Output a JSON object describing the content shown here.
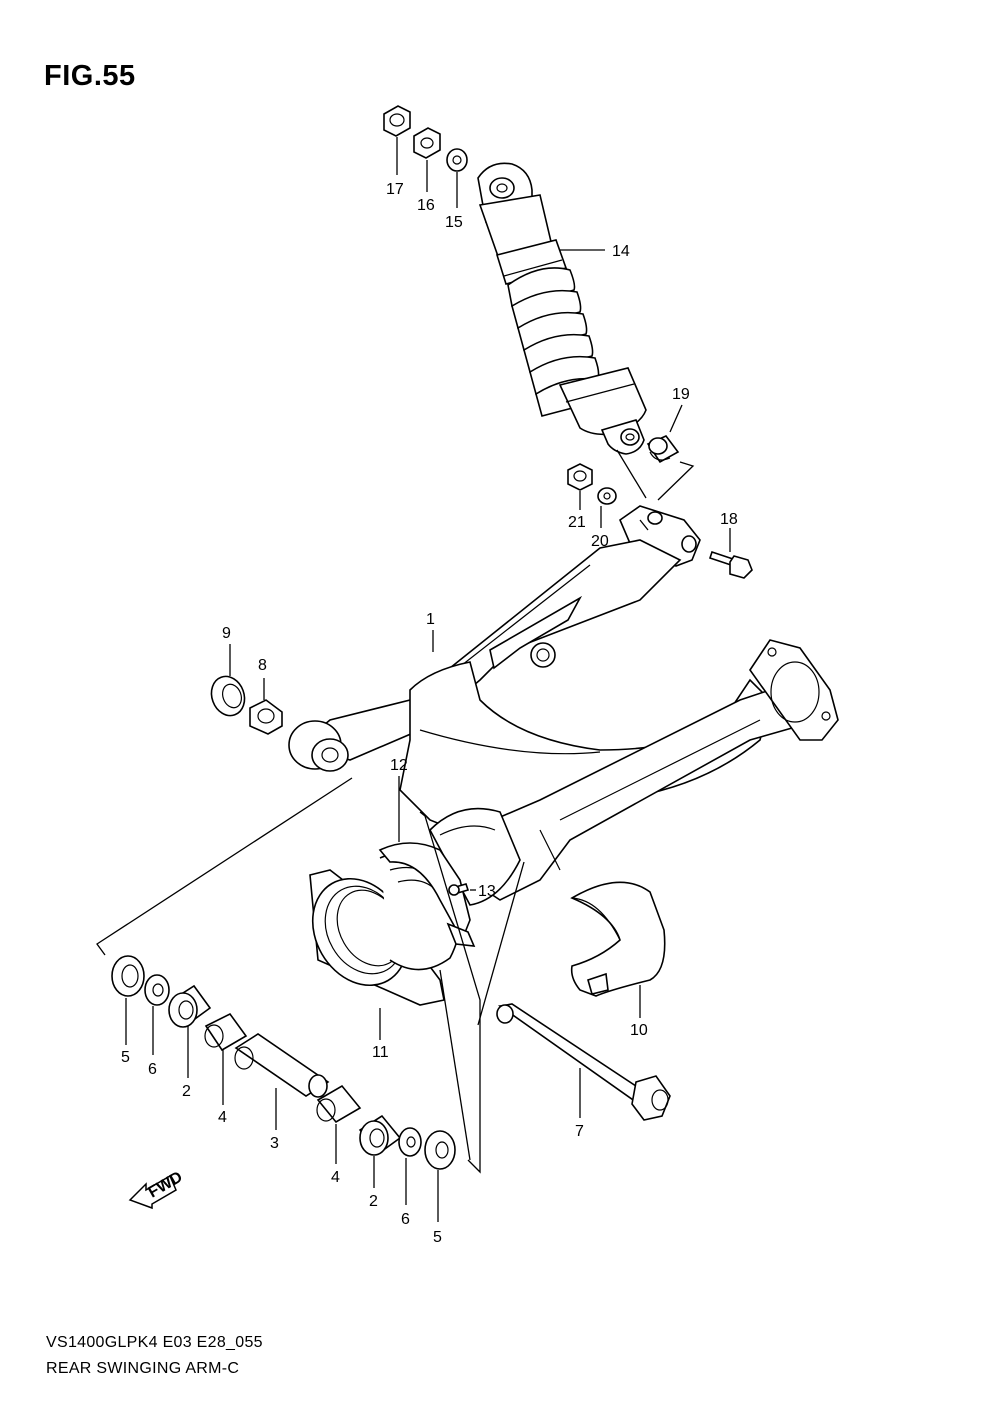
{
  "figure": {
    "title": "FIG.55",
    "model_code": "VS1400GLPK4 E03 E28_055",
    "subtitle": "REAR SWINGING ARM-C",
    "fwd_label": "FWD"
  },
  "callouts": [
    {
      "id": "c1",
      "label": "1"
    },
    {
      "id": "c2a",
      "label": "2"
    },
    {
      "id": "c2b",
      "label": "2"
    },
    {
      "id": "c3",
      "label": "3"
    },
    {
      "id": "c4a",
      "label": "4"
    },
    {
      "id": "c4b",
      "label": "4"
    },
    {
      "id": "c5a",
      "label": "5"
    },
    {
      "id": "c5b",
      "label": "5"
    },
    {
      "id": "c6a",
      "label": "6"
    },
    {
      "id": "c6b",
      "label": "6"
    },
    {
      "id": "c7",
      "label": "7"
    },
    {
      "id": "c8",
      "label": "8"
    },
    {
      "id": "c9",
      "label": "9"
    },
    {
      "id": "c10",
      "label": "10"
    },
    {
      "id": "c11",
      "label": "11"
    },
    {
      "id": "c12",
      "label": "12"
    },
    {
      "id": "c13",
      "label": "13"
    },
    {
      "id": "c14",
      "label": "14"
    },
    {
      "id": "c15",
      "label": "15"
    },
    {
      "id": "c16",
      "label": "16"
    },
    {
      "id": "c17",
      "label": "17"
    },
    {
      "id": "c18",
      "label": "18"
    },
    {
      "id": "c19",
      "label": "19"
    },
    {
      "id": "c20",
      "label": "20"
    },
    {
      "id": "c21",
      "label": "21"
    }
  ]
}
